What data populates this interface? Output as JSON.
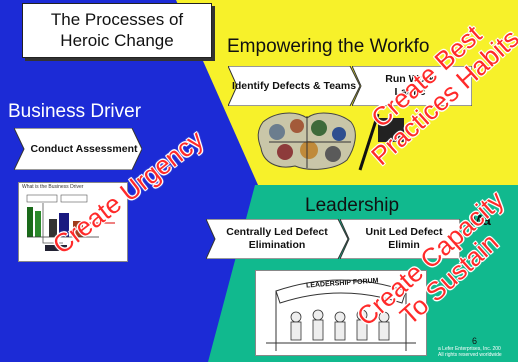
{
  "title": "The Processes of Heroic Change",
  "sections": {
    "business_driver": "Business Driver",
    "empowering": "Empowering the Workfo",
    "leadership": "Leadership"
  },
  "steps": {
    "conduct_assessment": "Conduct Assessment",
    "identify_defects": "Identify Defects & Teams",
    "run_workouts": "Run Work Launc",
    "centrally_led": "Centrally Led Defect Elimination",
    "unit_led": "Unit Led Defect Elimin",
    "manage": "Ma"
  },
  "overlays": {
    "create_urgency": "Create Urgency",
    "create_best_practices": "Create Best Practices Habits",
    "create_capacity": "Create Capacity To Sustain"
  },
  "thumb_title": "What is the Business Driver",
  "forum_banner": "LEADERSHIP FORUM",
  "page_number": "6",
  "footer": [
    "a Lefer Enterprises, Inc. 200",
    "All rights reserved worldwide"
  ],
  "colors": {
    "blue": "#1c2bd6",
    "yellow": "#f7f12a",
    "green": "#11b98e",
    "red_text": "#ff2a2a"
  }
}
